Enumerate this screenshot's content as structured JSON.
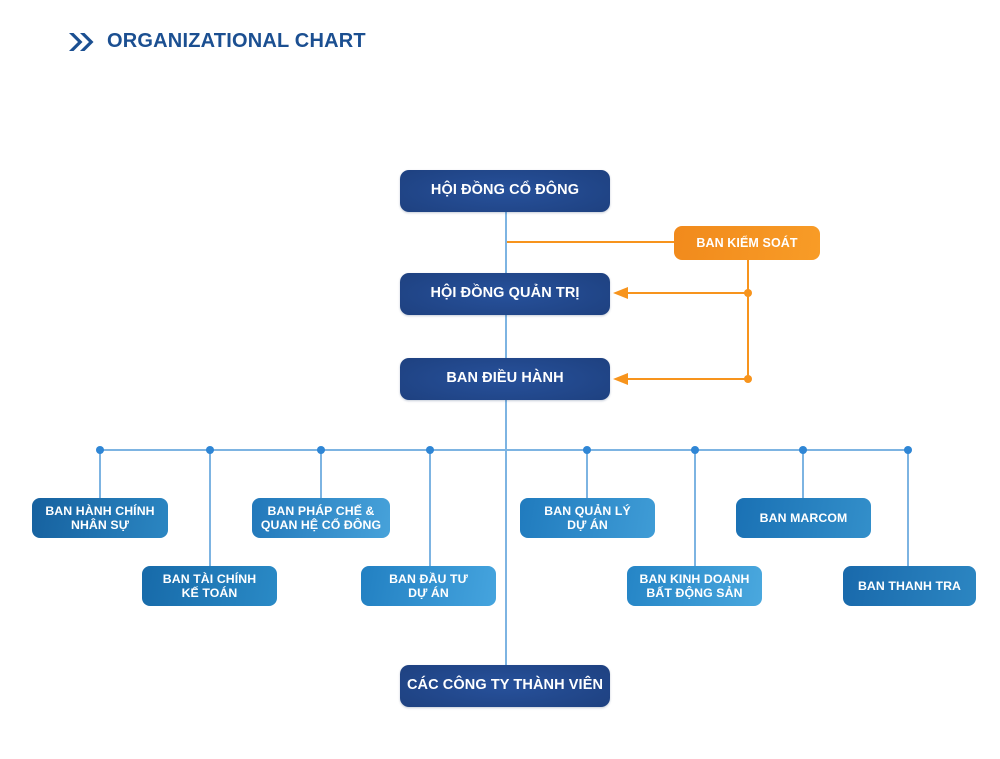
{
  "header": {
    "title": "ORGANIZATIONAL CHART"
  },
  "icons": {
    "title_marker": "double-chevron-right"
  },
  "org": {
    "shareholders": {
      "label": "HỘI ĐỒNG CỔ ĐÔNG"
    },
    "supervisory_board": {
      "label": "BAN KIỂM SOÁT"
    },
    "board_of_directors": {
      "label": "HỘI ĐỒNG QUẢN TRỊ"
    },
    "executive_board": {
      "label": "BAN ĐIỀU HÀNH"
    },
    "departments": [
      {
        "label": "BAN HÀNH CHÍNH\nNHÂN SỰ",
        "gradient": [
          "#16619f",
          "#2b86c2"
        ]
      },
      {
        "label": "BAN TÀI CHÍNH\nKẾ TOÁN",
        "gradient": [
          "#176aa9",
          "#2a8ac6"
        ]
      },
      {
        "label": "BAN PHÁP CHẾ &\nQUAN HỆ CỔ ĐÔNG",
        "gradient": [
          "#2278ba",
          "#47a2da"
        ]
      },
      {
        "label": "BAN ĐẦU TƯ\nDỰ ÁN",
        "gradient": [
          "#2280c2",
          "#45a4de"
        ]
      },
      {
        "label": "BAN QUẢN LÝ\nDỰ ÁN",
        "gradient": [
          "#207bbe",
          "#3f9cd6"
        ]
      },
      {
        "label": "BAN KINH DOANH\nBẤT ĐỘNG SẢN",
        "gradient": [
          "#2585c6",
          "#4aa8de"
        ]
      },
      {
        "label": "BAN MARCOM",
        "gradient": [
          "#1a71b4",
          "#338fca"
        ]
      },
      {
        "label": "BAN THANH TRA",
        "gradient": [
          "#1969ab",
          "#2c86c2"
        ]
      }
    ],
    "subsidiaries": {
      "label": "CÁC CÔNG TY THÀNH VIÊN"
    }
  },
  "colors": {
    "title_text": "#1b4f91",
    "navy_box_center": "#27519b",
    "navy_box_edge": "#142e60",
    "orange_accent": "#f7941d",
    "connector_line_blue": "#7db4e2",
    "connector_dot_blue": "#2f86d5",
    "box_text": "#ffffff"
  }
}
